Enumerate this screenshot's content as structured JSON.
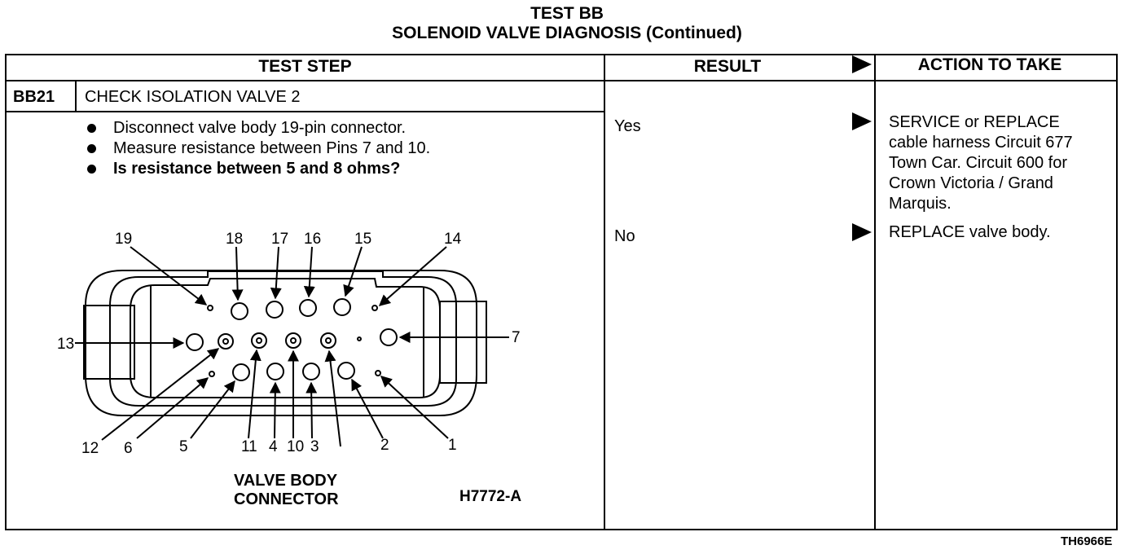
{
  "header": {
    "title": "TEST BB",
    "subtitle": "SOLENOID VALVE DIAGNOSIS (Continued)"
  },
  "columns": {
    "test_step": "TEST STEP",
    "result": "RESULT",
    "action": "ACTION TO TAKE"
  },
  "step": {
    "id": "BB21",
    "title": "CHECK ISOLATION VALVE 2",
    "bullets": [
      "Disconnect valve body 19-pin connector.",
      "Measure resistance between Pins 7 and 10.",
      "Is resistance between 5 and 8 ohms?"
    ]
  },
  "results": [
    {
      "result": "Yes",
      "action_lines": [
        "SERVICE or REPLACE",
        "cable harness Circuit 677",
        "Town Car. Circuit 600 for",
        "Crown Victoria / Grand",
        "Marquis."
      ]
    },
    {
      "result": "No",
      "action_lines": [
        "REPLACE valve body."
      ]
    }
  ],
  "diagram": {
    "caption_line1": "VALVE BODY",
    "caption_line2": "CONNECTOR",
    "figure_id": "H7772-A",
    "pin_labels": {
      "p19": "19",
      "p18": "18",
      "p17": "17",
      "p16": "16",
      "p15": "15",
      "p14": "14",
      "p13": "13",
      "p7": "7",
      "p12": "12",
      "p6": "6",
      "p5": "5",
      "p11": "11",
      "p4": "4",
      "p10": "10",
      "p3": "3",
      "p2": "2",
      "p1": "1"
    }
  },
  "footer": {
    "code": "TH6966E"
  }
}
